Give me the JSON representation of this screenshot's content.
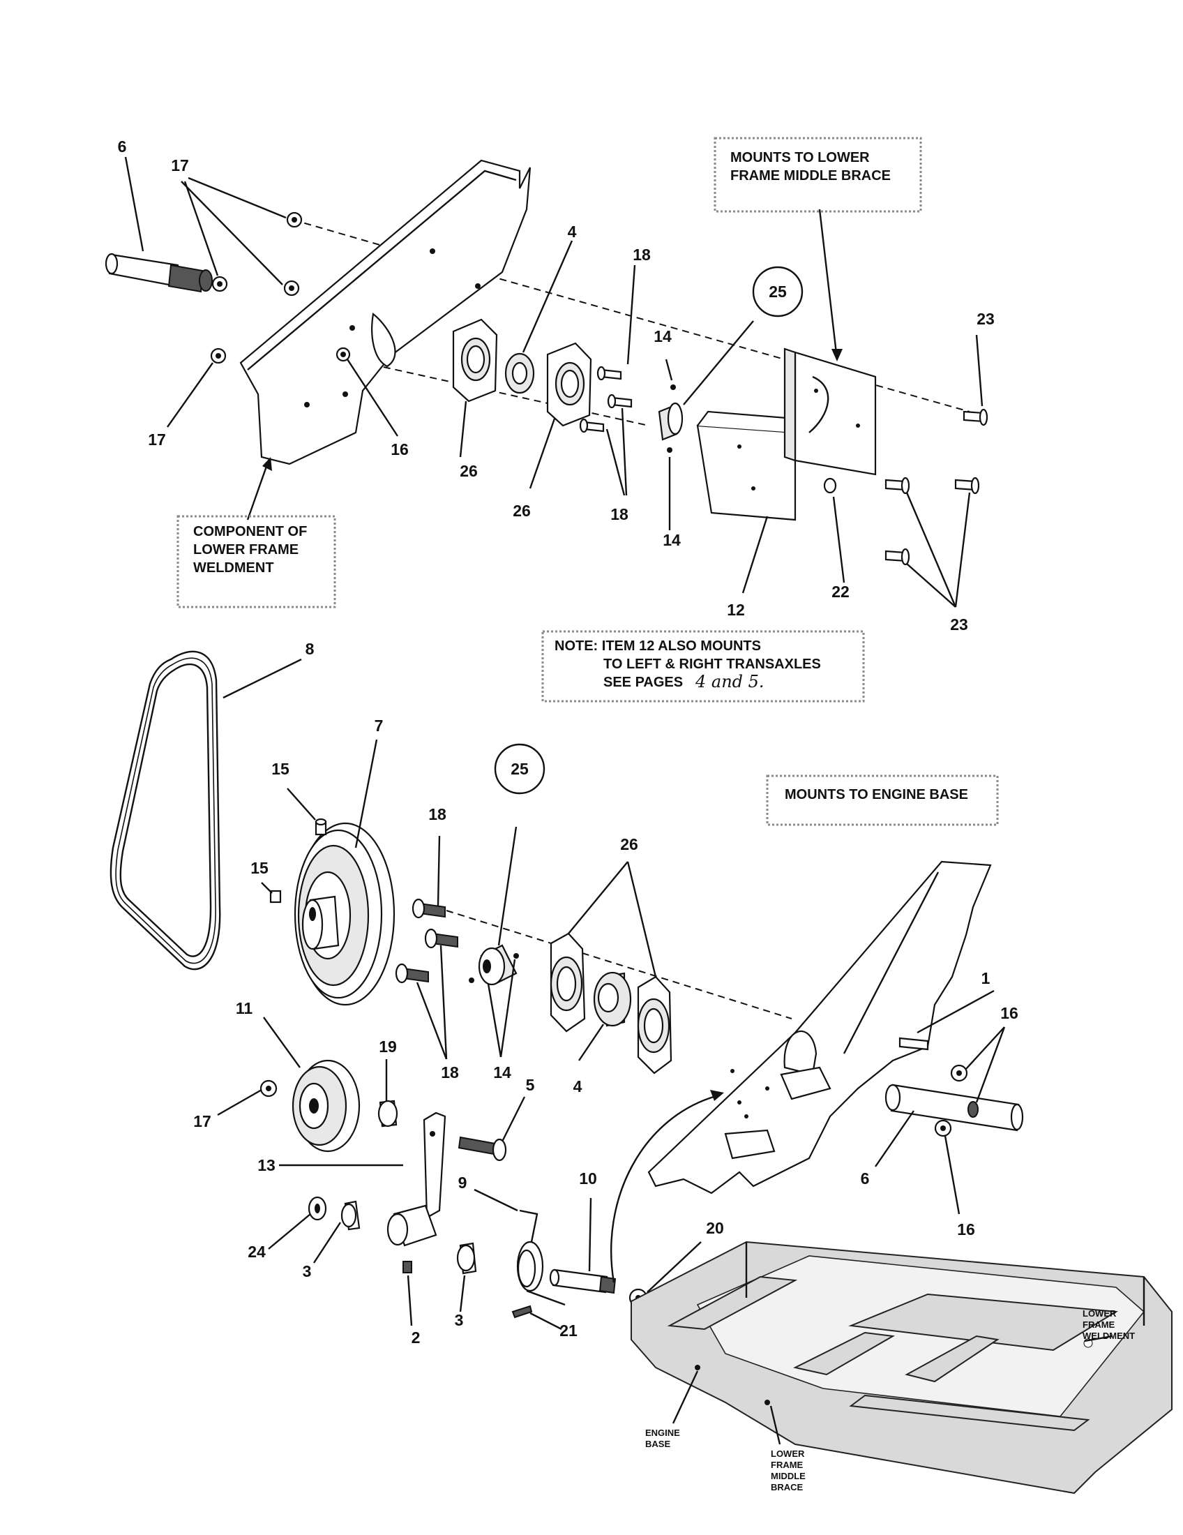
{
  "callouts": {
    "top": {
      "c6": "6",
      "c17a": "17",
      "c17b": "17",
      "c4": "4",
      "c18a": "18",
      "c25": "25",
      "c14a": "14",
      "c23a": "23",
      "c16": "16",
      "c26a": "26",
      "c26b": "26",
      "c18b": "18",
      "c14b": "14",
      "c12": "12",
      "c22": "22",
      "c23b": "23"
    },
    "bottom": {
      "c8": "8",
      "c7": "7",
      "c25": "25",
      "c15a": "15",
      "c15b": "15",
      "c18a": "18",
      "c26": "26",
      "c1": "1",
      "c16a": "16",
      "c11": "11",
      "c19": "19",
      "c18b": "18",
      "c14": "14",
      "c4": "4",
      "c5": "5",
      "c17": "17",
      "c6": "6",
      "c16b": "16",
      "c13": "13",
      "c9": "9",
      "c10": "10",
      "c20": "20",
      "c24": "24",
      "c3a": "3",
      "c3b": "3",
      "c2": "2",
      "c21": "21"
    }
  },
  "notes": {
    "mounts_middle_brace": [
      "MOUNTS TO LOWER",
      "FRAME MIDDLE BRACE"
    ],
    "component_lower_frame": [
      "COMPONENT OF",
      "LOWER FRAME",
      "WELDMENT"
    ],
    "note_item12": [
      "NOTE: ITEM 12 ALSO MOUNTS",
      "TO LEFT & RIGHT TRANSAXLES",
      "SEE PAGES"
    ],
    "note_item12_handwritten": "4 and 5.",
    "mounts_engine_base": "MOUNTS TO ENGINE BASE"
  },
  "frame_labels": {
    "lower_frame_weldment": [
      "LOWER",
      "FRAME",
      "WELDMENT"
    ],
    "engine_base": [
      "ENGINE",
      "BASE"
    ],
    "lower_frame_middle_brace": [
      "LOWER",
      "FRAME",
      "MIDDLE",
      "BRACE"
    ]
  }
}
